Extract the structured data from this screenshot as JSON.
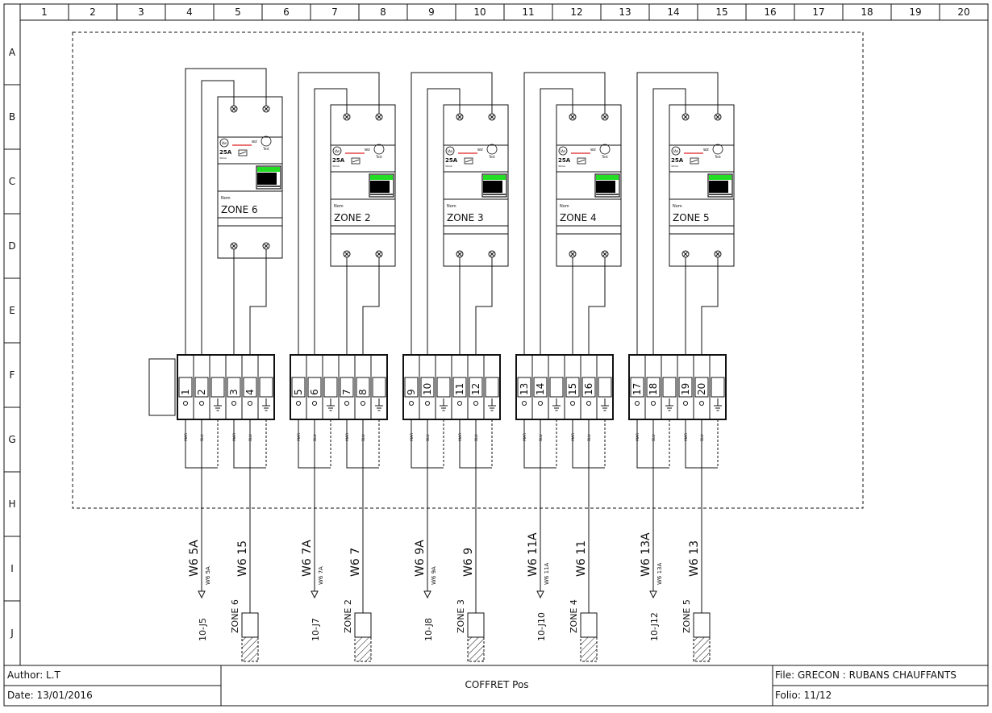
{
  "columns": [
    "1",
    "2",
    "3",
    "4",
    "5",
    "6",
    "7",
    "8",
    "9",
    "10",
    "11",
    "12",
    "13",
    "14",
    "15",
    "16",
    "17",
    "18",
    "19",
    "20"
  ],
  "rows": [
    "A",
    "B",
    "C",
    "D",
    "E",
    "F",
    "G",
    "H",
    "I",
    "J"
  ],
  "breaker": {
    "rating": "25A",
    "name_caption": "Nom",
    "small_tags": [
      "IΔn",
      "Test"
    ],
    "sub_rating": "30mA"
  },
  "modules": [
    {
      "zone_label": "ZONE 6",
      "terminals": [
        "1",
        "2",
        "3",
        "4"
      ],
      "cable_a": "W6 5A",
      "cable_a_small": "W6 5A",
      "cable_b": "W6 15",
      "ref": "10-J5",
      "load": "ZONE 6"
    },
    {
      "zone_label": "ZONE 2",
      "terminals": [
        "5",
        "6",
        "7",
        "8"
      ],
      "cable_a": "W6 7A",
      "cable_a_small": "W6 7A",
      "cable_b": "W6 7",
      "ref": "10-J7",
      "load": "ZONE 2"
    },
    {
      "zone_label": "ZONE 3",
      "terminals": [
        "9",
        "10",
        "11",
        "12"
      ],
      "cable_a": "W6 9A",
      "cable_a_small": "W6 9A",
      "cable_b": "W6 9",
      "ref": "10-J8",
      "load": "ZONE 3"
    },
    {
      "zone_label": "ZONE 4",
      "terminals": [
        "13",
        "14",
        "15",
        "16"
      ],
      "cable_a": "W6 11A",
      "cable_a_small": "W6 11A",
      "cable_b": "W6 11",
      "ref": "10-J10",
      "load": "ZONE 4"
    },
    {
      "zone_label": "ZONE 5",
      "terminals": [
        "17",
        "18",
        "19",
        "20"
      ],
      "cable_a": "W6 13A",
      "cable_a_small": "W6 13A",
      "cable_b": "W6 13",
      "ref": "10-J12",
      "load": "ZONE 5"
    }
  ],
  "wire_colors": [
    "MAR",
    "BLU"
  ],
  "title_block": {
    "author": "Author: L.T",
    "date": "Date: 13/01/2016",
    "title": "COFFRET Pos",
    "file": "File: GRECON : RUBANS CHAUFFANTS",
    "folio": "Folio: 11/12"
  },
  "colors": {
    "line": "#111111",
    "led_green": "#22dd22",
    "trip_red": "#dd2222"
  }
}
